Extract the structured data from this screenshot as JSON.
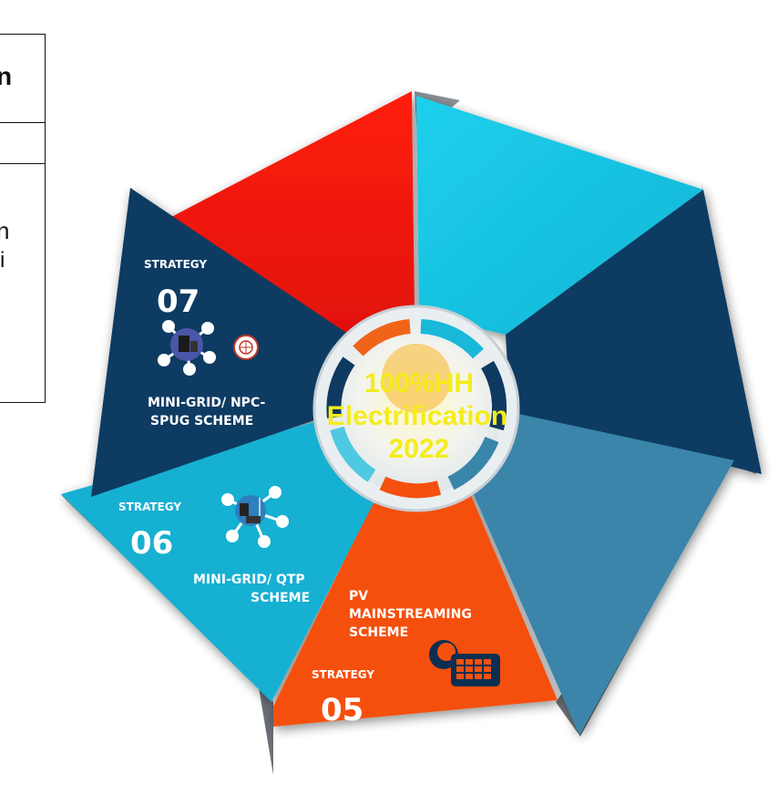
{
  "table": {
    "fragments": [
      "n",
      "n",
      "i"
    ]
  },
  "center": {
    "line1": "100%HH",
    "line2": "Electrification",
    "line3": "2022"
  },
  "strategies": [
    {
      "word": "STRATEGY",
      "number": "07",
      "label_line1": "MINI-GRID/ NPC-",
      "label_line2": "SPUG SCHEME"
    },
    {
      "word": "STRATEGY",
      "number": "06",
      "label_line1": "MINI-GRID/ QTP",
      "label_line2": "SCHEME"
    },
    {
      "word": "STRATEGY",
      "number": "05",
      "label_line1": "PV",
      "label_line2": "MAINSTREAMING",
      "label_line3": "SCHEME"
    }
  ],
  "colors": {
    "red": "#f21a0f",
    "cyan": "#13c2e0",
    "navy": "#0c3d66",
    "steel": "#3a86ab",
    "orange": "#f5500f",
    "light_cyan": "#1ab2d4",
    "dark_navy": "#0e3a63",
    "center_text": "#f4ec1a"
  },
  "icons": [
    "network-icon",
    "circular-logo-icon",
    "wind-solar-network-icon",
    "solar-panel-icon"
  ]
}
